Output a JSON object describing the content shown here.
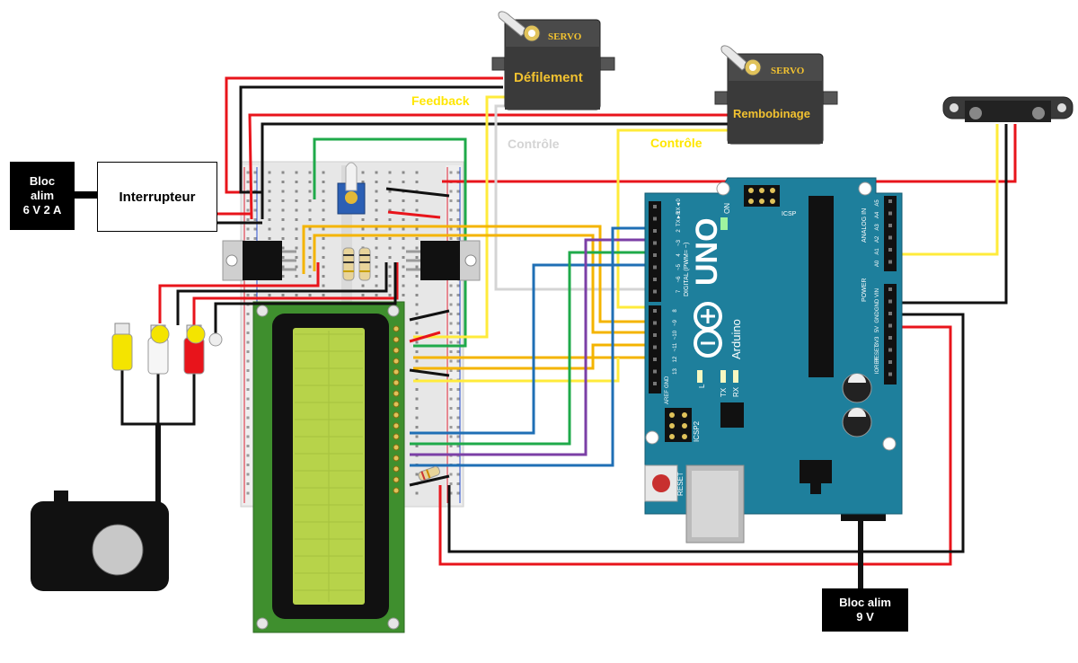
{
  "labels": {
    "bloc_alim_6v_line1": "Bloc",
    "bloc_alim_6v_line2": "alim",
    "bloc_alim_6v_line3": "6 V  2 A",
    "interrupteur": "Interrupteur",
    "bloc_alim_9v_line1": "Bloc alim",
    "bloc_alim_9v_line2": "9 V",
    "feedback": "Feedback",
    "controle_grey": "Contrôle",
    "controle_yellow": "Contrôle",
    "servo_defilement": "Défilement",
    "servo_rembobinage": "Rembobinage",
    "servo_brand_1": "SERVO",
    "servo_brand_2": "SERVO"
  },
  "arduino": {
    "logo": "UNO",
    "brand": "Arduino",
    "on_label": "ON",
    "icsp_top": "ICSP",
    "icsp2": "ICSP2",
    "reset": "RESET",
    "digital_label": "DIGITAL (PWM= ~)",
    "analog_label": "ANALOG IN",
    "power_label": "POWER",
    "aref": "AREF",
    "gnd_top": "GND",
    "tx": "TX",
    "rx": "RX",
    "l_led": "L",
    "digital_pins": [
      "RX◄0",
      "TX►1",
      "2",
      "~3",
      "4",
      "~5",
      "~6",
      "7",
      "8",
      "~9",
      "~10",
      "~11",
      "12",
      "13"
    ],
    "analog_pins": [
      "A0",
      "A1",
      "A2",
      "A3",
      "A4",
      "A5"
    ],
    "power_pins": [
      "VIN",
      "GND",
      "GND",
      "5V",
      "3V3",
      "RESET",
      "IOREF"
    ]
  },
  "colors": {
    "wire_red": "#e8141b",
    "wire_black": "#111111",
    "wire_yellow": "#ffeb3b",
    "wire_orange": "#f4b400",
    "wire_green": "#1faa4a",
    "wire_blue": "#1f6fb5",
    "wire_purple": "#7b3fa6",
    "wire_grey": "#d4d4d4",
    "arduino_blue": "#1e7f9c",
    "lcd_green_pcb": "#3f8f2e",
    "lcd_screen": "#b7d34a",
    "servo_label": "#f2c230"
  }
}
